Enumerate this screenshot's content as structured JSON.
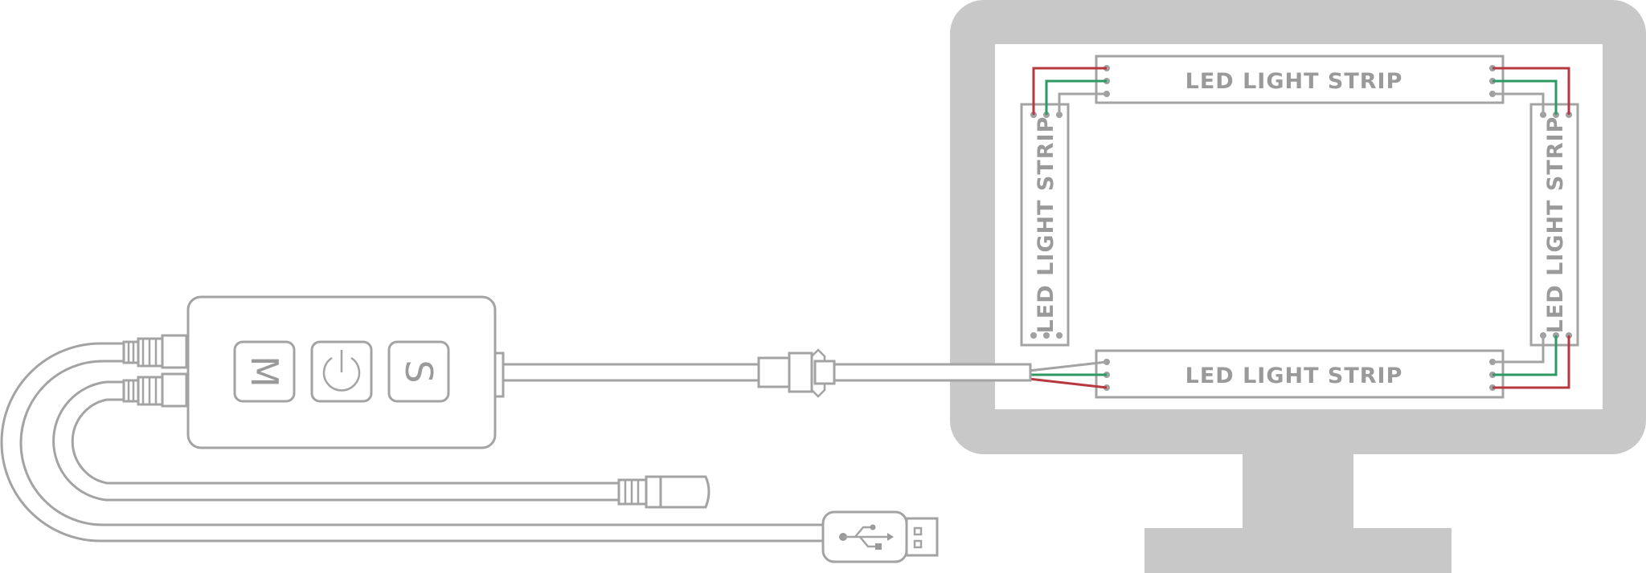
{
  "strips": {
    "top": {
      "label": "LED LIGHT STRIP"
    },
    "bottom": {
      "label": "LED LIGHT STRIP"
    },
    "left": {
      "label": "LED LIGHT STRIP"
    },
    "right": {
      "label": "LED LIGHT STRIP"
    }
  },
  "controller": {
    "buttons": {
      "mode": {
        "glyph": "M"
      },
      "speed": {
        "glyph": "S"
      }
    }
  },
  "colors": {
    "outline": "#a3a3a3",
    "monitor": "#c8c8c8",
    "wire_red": "#b5393f",
    "wire_green": "#2e9a63",
    "wire_white": "#a3a3a3"
  },
  "icons": [
    "power-icon",
    "usb-icon"
  ]
}
